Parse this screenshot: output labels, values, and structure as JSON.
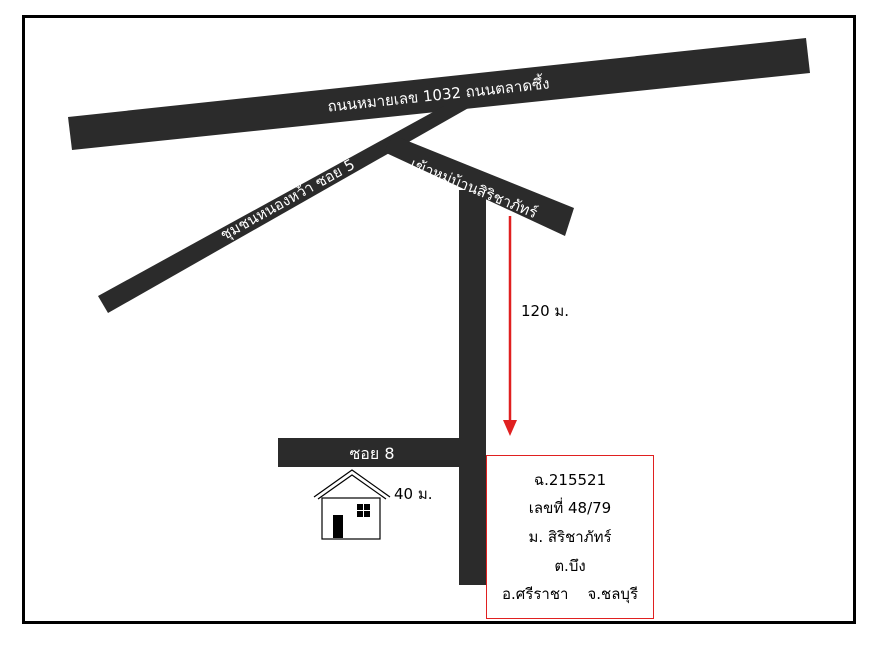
{
  "map": {
    "roads": {
      "main_highway": {
        "label": "ถนนหมายเลข 1032 ถนนตลาดซึ้ง"
      },
      "left_branch": {
        "label": "ชุมชนหนองหว้า ซอย 5"
      },
      "village_entrance": {
        "label": "เข้าหมู่บ้านสิริชาภัทร์"
      },
      "soi_8": {
        "label": "ซอย 8"
      }
    },
    "distances": {
      "to_soi_8": "120 ม.",
      "to_house": "40 ม."
    },
    "info_box": {
      "lines": [
        "ฉ.215521",
        "เลขที่ 48/79",
        "ม. สิริชาภัทร์",
        "ต.บึง",
        "อ.ศรีราชา    จ.ชลบุรี"
      ]
    },
    "colors": {
      "road": "#2b2b2b",
      "arrow": "#e02020",
      "box_border": "#e02020",
      "frame": "#000000"
    },
    "icons": {
      "house": "house-icon",
      "arrow": "arrow-down-icon"
    }
  }
}
